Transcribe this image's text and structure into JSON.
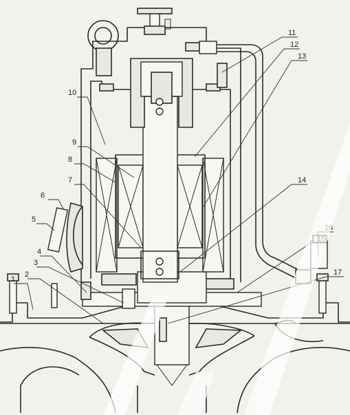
{
  "labels": [
    "1",
    "2",
    "3",
    "4",
    "5",
    "6",
    "7",
    "8",
    "9",
    "10",
    "11",
    "12",
    "13",
    "14",
    "15",
    "16",
    "17"
  ],
  "colors": {
    "line": "#2a2a2a",
    "background": "#f3f1ec",
    "watermark": "#ffffff"
  }
}
